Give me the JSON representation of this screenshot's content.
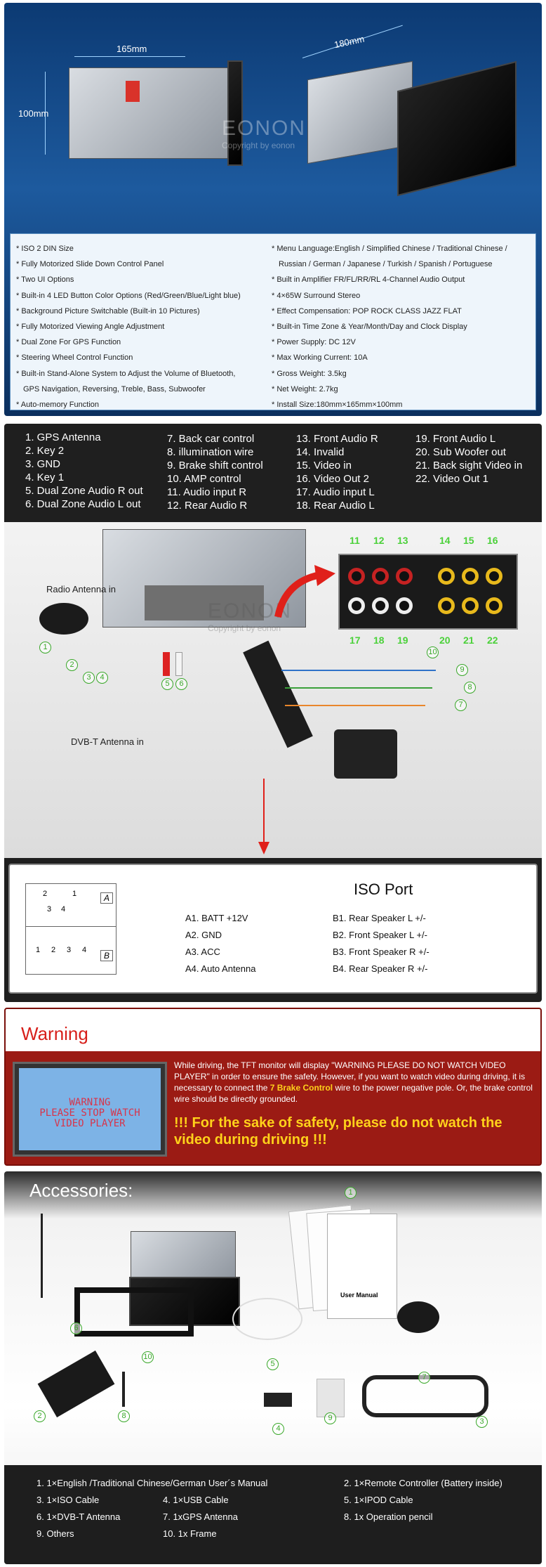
{
  "section_dims": {
    "width_label": "165mm",
    "depth_label": "180mm",
    "height_label": "100mm",
    "watermark_brand": "EONON",
    "watermark_sub": "Copyright by eonon"
  },
  "specs_left": [
    "* ISO 2 DIN Size",
    "* Fully Motorized Slide Down Control Panel",
    "* Two UI Options",
    "* Built-in 4 LED Button Color Options (Red/Green/Blue/Light blue)",
    "* Background Picture Switchable (Built-in 10 Pictures)",
    "* Fully Motorized Viewing Angle Adjustment",
    "* Dual Zone For GPS Function",
    "* Steering Wheel Control Function",
    "* Built-in Stand-Alone System to Adjust the Volume of Bluetooth,",
    "GPS Navigation, Reversing, Treble, Bass, Subwoofer",
    "* Auto-memory Function"
  ],
  "specs_right": [
    "* Menu Language:English / Simplified Chinese / Traditional Chinese /",
    "Russian / German / Japanese / Turkish / Spanish / Portuguese",
    "* Built in Amplifier FR/FL/RR/RL 4-Channel Audio Output",
    "* 4×65W Surround Stereo",
    "* Effect Compensation: POP  ROCK  CLASS  JAZZ  FLAT",
    "* Built-in Time Zone & Year/Month/Day and Clock Display",
    "* Power Supply: DC 12V",
    "* Max Working Current: 10A",
    "* Gross Weight: 3.5kg",
    "* Net Weight: 2.7kg",
    "* Install Size:180mm×165mm×100mm"
  ],
  "wiring_lists": {
    "col1": [
      "1. GPS Antenna",
      "2. Key 2",
      "3. GND",
      "4. Key 1",
      "5. Dual Zone Audio R out",
      "6. Dual Zone Audio L out"
    ],
    "col2": [
      "7. Back car control",
      "8. illumination wire",
      "9. Brake shift control",
      "10. AMP control",
      "11. Audio input R",
      "12. Rear Audio R"
    ],
    "col3": [
      "13. Front Audio R",
      "14. Invalid",
      "15. Video in",
      "16. Video Out 2",
      "17.  Audio input L",
      "18.  Rear Audio L"
    ],
    "col4": [
      "19. Front Audio L",
      "20. Sub Woofer out",
      "21. Back sight Video in",
      "22. Video Out 1"
    ]
  },
  "photo_labels": {
    "radio_antenna": "Radio Antenna in",
    "dvbt_antenna": "DVB-T Antenna in",
    "brand": "EONON",
    "copyright": "Copyright by eonon"
  },
  "rca_top_nums": [
    "11",
    "12",
    "13",
    "14",
    "15",
    "16"
  ],
  "rca_bottom_nums": [
    "17",
    "18",
    "19",
    "20",
    "21",
    "22"
  ],
  "wire_callouts": [
    "1",
    "2",
    "3",
    "4",
    "5",
    "6",
    "7",
    "8",
    "9",
    "10"
  ],
  "iso": {
    "title": "ISO Port",
    "connector_labels": [
      "2",
      "1",
      "3",
      "4",
      "A",
      "1",
      "2",
      "3",
      "4",
      "B"
    ],
    "a_pins": [
      "A1.  BATT +12V",
      "A2.  GND",
      "A3.  ACC",
      "A4. Auto Antenna"
    ],
    "b_pins": [
      "B1.  Rear Speaker L  +/-",
      "B2.  Front Speaker L +/-",
      "B3.  Front Speaker R  +/-",
      "B4.  Rear Speaker R  +/-"
    ]
  },
  "warning": {
    "title": "Warning",
    "screen_text": "WARNING\nPLEASE STOP WATCH\nVIDEO PLAYER",
    "body_1": "While driving, the TFT monitor will display \"WARNING PLEASE DO NOT WATCH VIDEO PLAYER\" in order to ensure the safety. However, if you want to watch video during driving, it is necessary to connect the ",
    "body_highlight": "7 Brake Control",
    "body_2": " wire to the power negative pole. Or, the brake control wire should be directly grounded.",
    "bold": "!!! For the sake of safety, please do not watch the video during driving !!!"
  },
  "accessories": {
    "title": "Accessories:",
    "manual_title": "User Manual",
    "photo_callouts": [
      "1",
      "2",
      "3",
      "4",
      "5",
      "6",
      "7",
      "8",
      "9",
      "10"
    ],
    "items": [
      "1. 1×English /Traditional Chinese/German User´s Manual",
      "2. 1×Remote Controller (Battery inside)",
      "3. 1×ISO Cable",
      "4. 1×USB Cable",
      "5. 1×IPOD Cable",
      "6. 1×DVB-T  Antenna",
      "7. 1xGPS Antenna",
      "8. 1x Operation pencil",
      "9. Others",
      "10. 1x Frame"
    ]
  },
  "colors": {
    "blue_bg": "#1d5a9e",
    "callout_green": "#3aa82a",
    "warning_red": "#9b1b14",
    "warning_yellow": "#ffd21a",
    "arrow_red": "#e0201a"
  }
}
